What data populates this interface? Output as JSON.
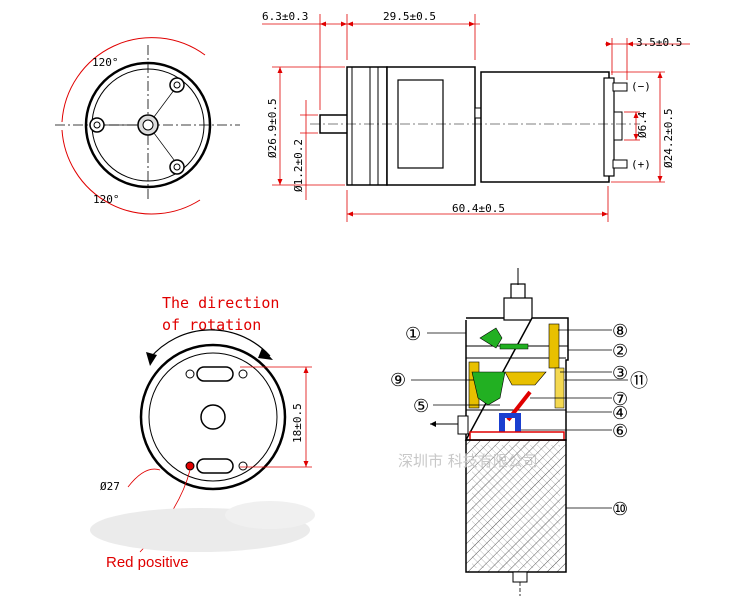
{
  "top": {
    "front_view": {
      "angle_top": "120°",
      "angle_bottom": "120°"
    },
    "side_view": {
      "dim_shaft_len": "6.3±0.3",
      "dim_body_len": "29.5±0.5",
      "dim_terminal": "3.5±0.5",
      "dim_dia_body": "Ø26.9±0.5",
      "dim_dia_shaft": "Ø1.2±0.2",
      "dim_dia_boss": "Ø6.4",
      "dim_dia_motor": "Ø24.2±0.5",
      "dim_total_len": "60.4±0.5",
      "label_neg": "(−)",
      "label_pos": "(+)"
    }
  },
  "bottom_left": {
    "title_line1": "The direction",
    "title_line2": "of rotation",
    "dim_height": "18±0.5",
    "dim_dia": "Ø27",
    "red_positive": "Red positive"
  },
  "bottom_right": {
    "callouts": [
      "①",
      "⑧",
      "②",
      "⑨",
      "③",
      "⑪",
      "⑤",
      "⑦",
      "④",
      "⑥",
      "⑩"
    ],
    "watermark": "深圳市        科技有限公司"
  },
  "colors": {
    "red": "#e00000",
    "green": "#22b022",
    "yellow": "#e8c000",
    "blue": "#1a3fd0"
  }
}
